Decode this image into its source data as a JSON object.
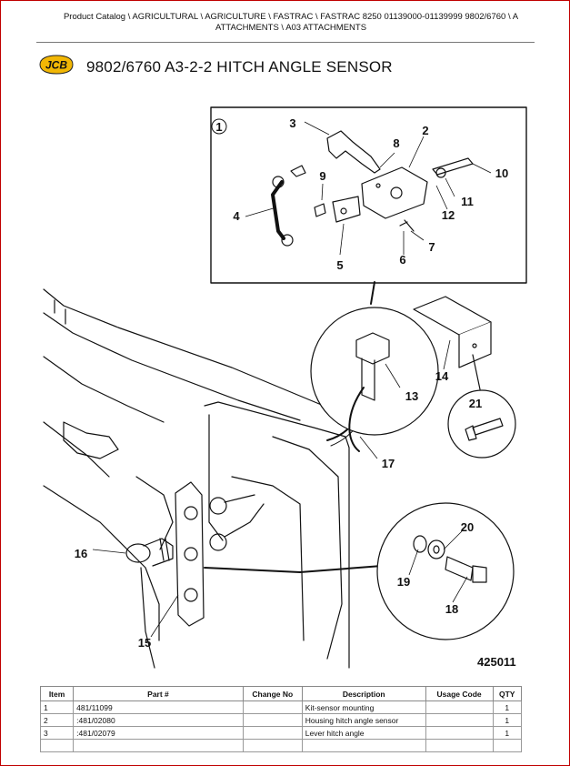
{
  "breadcrumb": {
    "items": [
      "Product Catalog",
      "AGRICULTURAL",
      "AGRICULTURE",
      "FASTRAC",
      "FASTRAC 8250 01139000-01139999 9802/6760",
      "A ATTACHMENTS",
      "A03 ATTACHMENTS"
    ],
    "separator": "\\"
  },
  "brand": {
    "logo_text": "JCB",
    "color": "#f2b705"
  },
  "page": {
    "title": "9802/6760 A3-2-2 HITCH ANGLE SENSOR"
  },
  "diagram": {
    "figure_number": "425011",
    "callouts": [
      "1",
      "2",
      "3",
      "4",
      "5",
      "6",
      "7",
      "8",
      "9",
      "10",
      "11",
      "12",
      "13",
      "14",
      "15",
      "16",
      "17",
      "18",
      "19",
      "20",
      "21"
    ]
  },
  "table": {
    "headers": [
      "Item",
      "Part #",
      "Change No",
      "Description",
      "Usage Code",
      "QTY"
    ],
    "rows": [
      {
        "item": "1",
        "part": "481/11099",
        "change": "",
        "desc": "Kit-sensor mounting",
        "usage": "",
        "qty": "1"
      },
      {
        "item": "2",
        "part": ":481/02080",
        "change": "",
        "desc": "Housing hitch angle sensor",
        "usage": "",
        "qty": "1"
      },
      {
        "item": "3",
        "part": ":481/02079",
        "change": "",
        "desc": "Lever hitch angle",
        "usage": "",
        "qty": "1"
      },
      {
        "item": "",
        "part": "",
        "change": "",
        "desc": "",
        "usage": "",
        "qty": ""
      }
    ]
  }
}
